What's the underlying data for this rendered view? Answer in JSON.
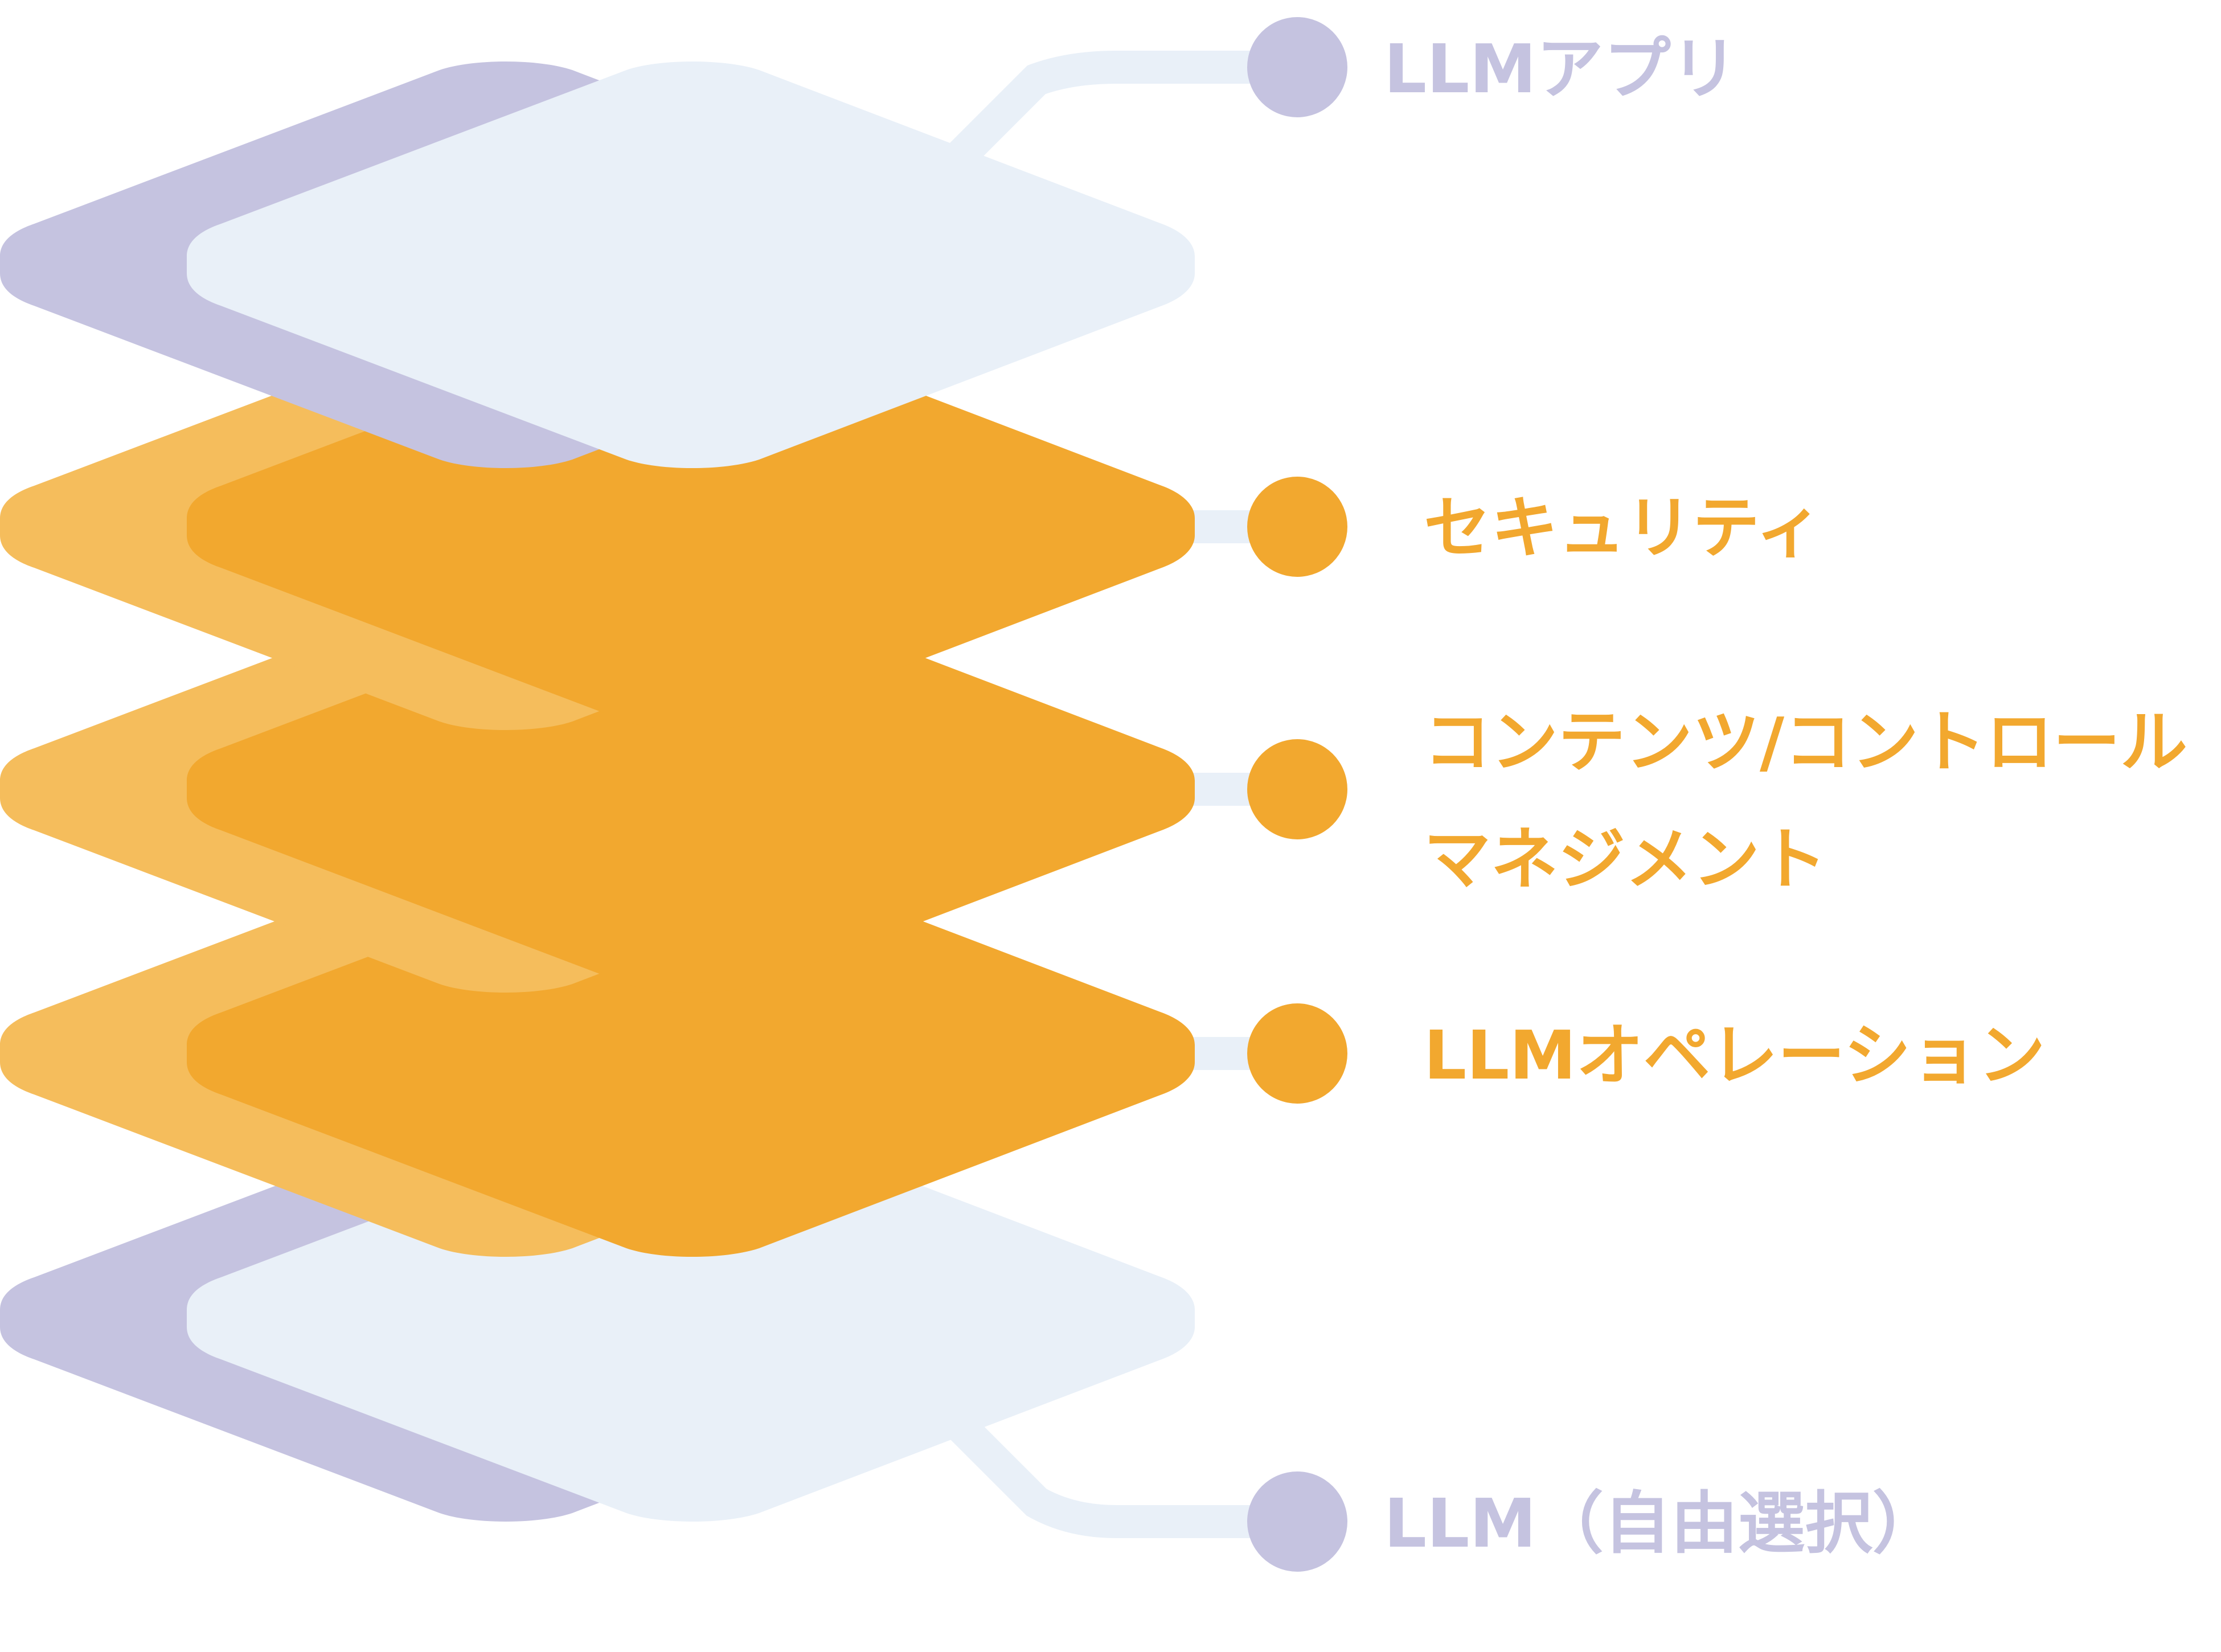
{
  "colors": {
    "purple_back": "#c5c3e0",
    "light_front": "#e9f0f8",
    "orange_back": "#f5bd5c",
    "orange_front": "#f2a82f",
    "connector": "#e9f0f8"
  },
  "layers": [
    {
      "id": "llm-app",
      "label": "LLMアプリ",
      "theme": "purple"
    },
    {
      "id": "security",
      "label": "セキュリティ",
      "theme": "orange"
    },
    {
      "id": "content-control",
      "label_line1": "コンテンツ/コントロール",
      "label_line2": "マネジメント",
      "theme": "orange"
    },
    {
      "id": "llm-operations",
      "label": "LLMオペレーション",
      "theme": "orange"
    },
    {
      "id": "llm-free",
      "label": "LLM（自由選択）",
      "theme": "purple"
    }
  ]
}
